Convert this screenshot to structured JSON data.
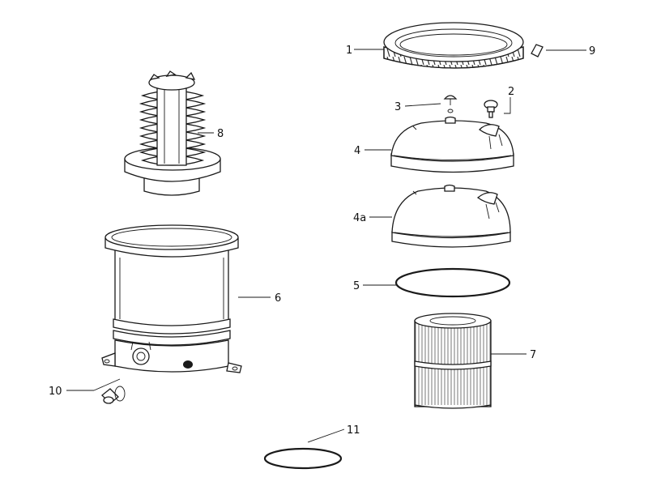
{
  "callouts": {
    "c1": "1",
    "c2": "2",
    "c3": "3",
    "c4": "4",
    "c4a": "4a",
    "c5": "5",
    "c6": "6",
    "c7": "7",
    "c8": "8",
    "c9": "9",
    "c10": "10",
    "c11": "11"
  }
}
